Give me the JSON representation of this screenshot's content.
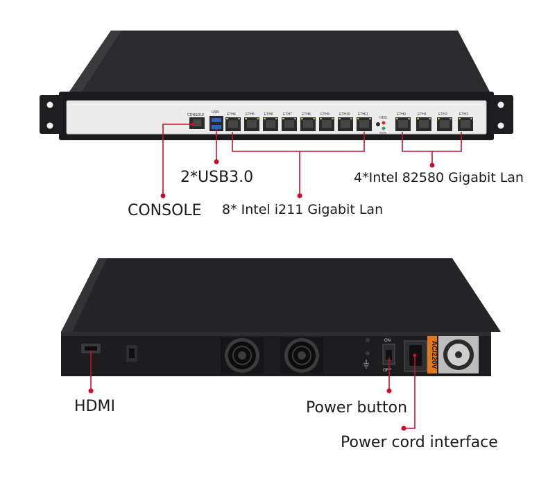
{
  "front_panel": {
    "port_labels": {
      "console": "CONSOLE",
      "usb": "USB",
      "eth_group_a": [
        "ETH4",
        "ETH5",
        "ETH6",
        "ETH7",
        "ETH8",
        "ETH9",
        "ETH10",
        "ETH11"
      ],
      "eth_group_b": [
        "ETH0",
        "ETH1",
        "ETH2",
        "ETH3"
      ],
      "hdd": "HDD",
      "sys": "SYS"
    },
    "callouts": {
      "usb": "2*USB3.0",
      "intel_82580": "4*Intel 82580 Gigabit Lan",
      "console": "CONSOLE",
      "intel_i211": "8* Intel i211 Gigabit Lan"
    }
  },
  "rear_panel": {
    "switch_on": "ON",
    "switch_off": "OFF",
    "psu_rating": "AC/220V",
    "callouts": {
      "hdmi": "HDMI",
      "power_button": "Power button",
      "power_cord": "Power cord interface"
    }
  },
  "colors": {
    "callout_line": "#c8102e",
    "chassis": "#1e1e20",
    "front_plate": "#ececec",
    "psu_label": "#e0781e"
  }
}
